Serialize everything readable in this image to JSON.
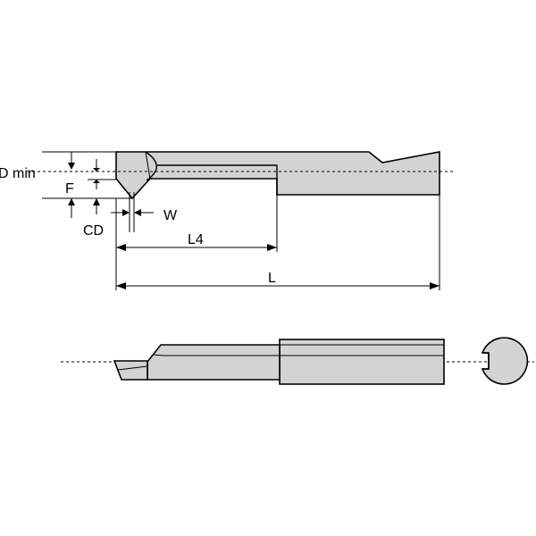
{
  "diagram": {
    "labels": {
      "d_min": "D min",
      "f": "F",
      "cd": "CD",
      "w": "W",
      "l4": "L4",
      "l": "L"
    }
  }
}
